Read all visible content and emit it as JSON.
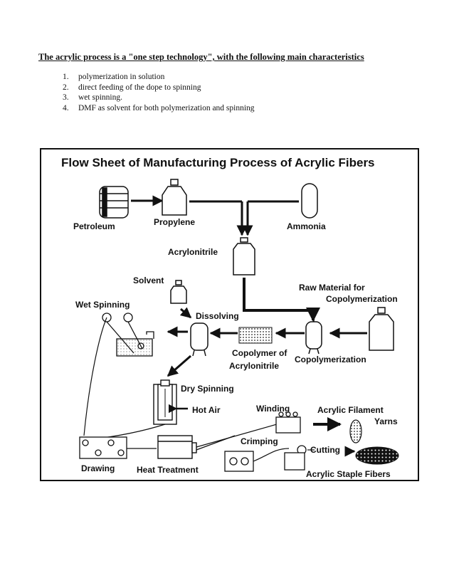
{
  "heading": "The acrylic process is a \"one step technology\", with the following main characteristics",
  "characteristics": [
    {
      "num": "1.",
      "text": "polymerization in solution"
    },
    {
      "num": "2.",
      "text": "direct feeding of the dope to spinning"
    },
    {
      "num": "3.",
      "text": "wet spinning."
    },
    {
      "num": "4.",
      "text": "DMF as solvent for both polymerization and spinning"
    }
  ],
  "flowsheet": {
    "title": "Flow Sheet of Manufacturing Process of Acrylic Fibers",
    "labels": {
      "petroleum": "Petroleum",
      "propylene": "Propylene",
      "ammonia": "Ammonia",
      "acrylonitrile": "Acrylonitrile",
      "solvent": "Solvent",
      "raw_material_1": "Raw Material for",
      "raw_material_2": "Copolymerization",
      "wet_spinning": "Wet Spinning",
      "dissolving": "Dissolving",
      "copolymer_1": "Copolymer of",
      "copolymer_2": "Acrylonitrile",
      "copolymerization": "Copolymerization",
      "dry_spinning": "Dry Spinning",
      "hot_air": "Hot Air",
      "winding": "Winding",
      "filament_1": "Acrylic Filament",
      "filament_2": "Yarns",
      "crimping": "Crimping",
      "cutting": "Cutting",
      "drawing": "Drawing",
      "heat_treatment": "Heat Treatment",
      "staple": "Acrylic Staple Fibers"
    }
  }
}
